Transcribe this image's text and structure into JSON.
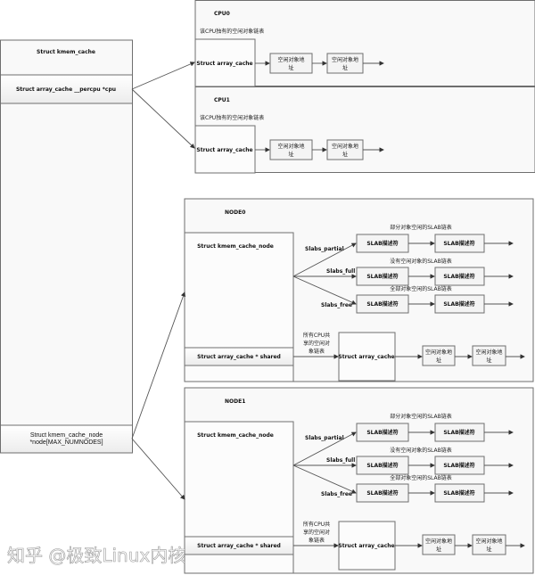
{
  "kmem_cache": {
    "title": "Struct kmem_cache",
    "cpu_field": "Struct array_cache __percpu *cpu",
    "node_field": "Struct kmem_cache_node *node[MAX_NUMNODES]"
  },
  "cpus": [
    {
      "title": "CPU0",
      "subtitle": "该CPU独有的空闲对象链表",
      "array_cache": "Struct array_cache",
      "items": [
        "空闲对象地址",
        "空闲对象地址"
      ]
    },
    {
      "title": "CPU1",
      "subtitle": "该CPU独有的空闲对象链表",
      "array_cache": "Struct array_cache",
      "items": [
        "空闲对象地址",
        "空闲对象地址"
      ]
    }
  ],
  "nodes": [
    {
      "title": "NODE0",
      "node_struct": "Struct kmem_cache_node",
      "shared_field": "Struct array_cache * shared",
      "lists": [
        {
          "label": "Slabs_partial",
          "caption": "部分对象空闲的SLAB链表",
          "items": [
            "SLAB描述符",
            "SLAB描述符"
          ]
        },
        {
          "label": "Slabs_full",
          "caption": "没有空闲对象的SLAB链表",
          "items": [
            "SLAB描述符",
            "SLAB描述符"
          ]
        },
        {
          "label": "Slabs_free",
          "caption": "全部对象空闲的SLAB链表",
          "items": [
            "SLAB描述符",
            "SLAB描述符"
          ]
        }
      ],
      "shared_caption": [
        "所有CPU共",
        "享的空闲对",
        "象链表"
      ],
      "array_cache": "Struct array_cache",
      "items": [
        "空闲对象地址",
        "空闲对象地址"
      ]
    },
    {
      "title": "NODE1",
      "node_struct": "Struct kmem_cache_node",
      "shared_field": "Struct array_cache * shared",
      "lists": [
        {
          "label": "Slabs_partial",
          "caption": "部分对象空闲的SLAB链表",
          "items": [
            "SLAB描述符",
            "SLAB描述符"
          ]
        },
        {
          "label": "Slabs_full",
          "caption": "没有空闲对象的SLAB链表",
          "items": [
            "SLAB描述符",
            "SLAB描述符"
          ]
        },
        {
          "label": "Slabs_free",
          "caption": "全部对象空闲的SLAB链表",
          "items": [
            "SLAB描述符",
            "SLAB描述符"
          ]
        }
      ],
      "shared_caption": [
        "所有CPU共",
        "享的空闲对",
        "象链表"
      ],
      "array_cache": "Struct array_cache",
      "items": [
        "空闲对象地址",
        "空闲对象地址"
      ]
    }
  ],
  "watermark": "知乎 @极致Linux内核"
}
